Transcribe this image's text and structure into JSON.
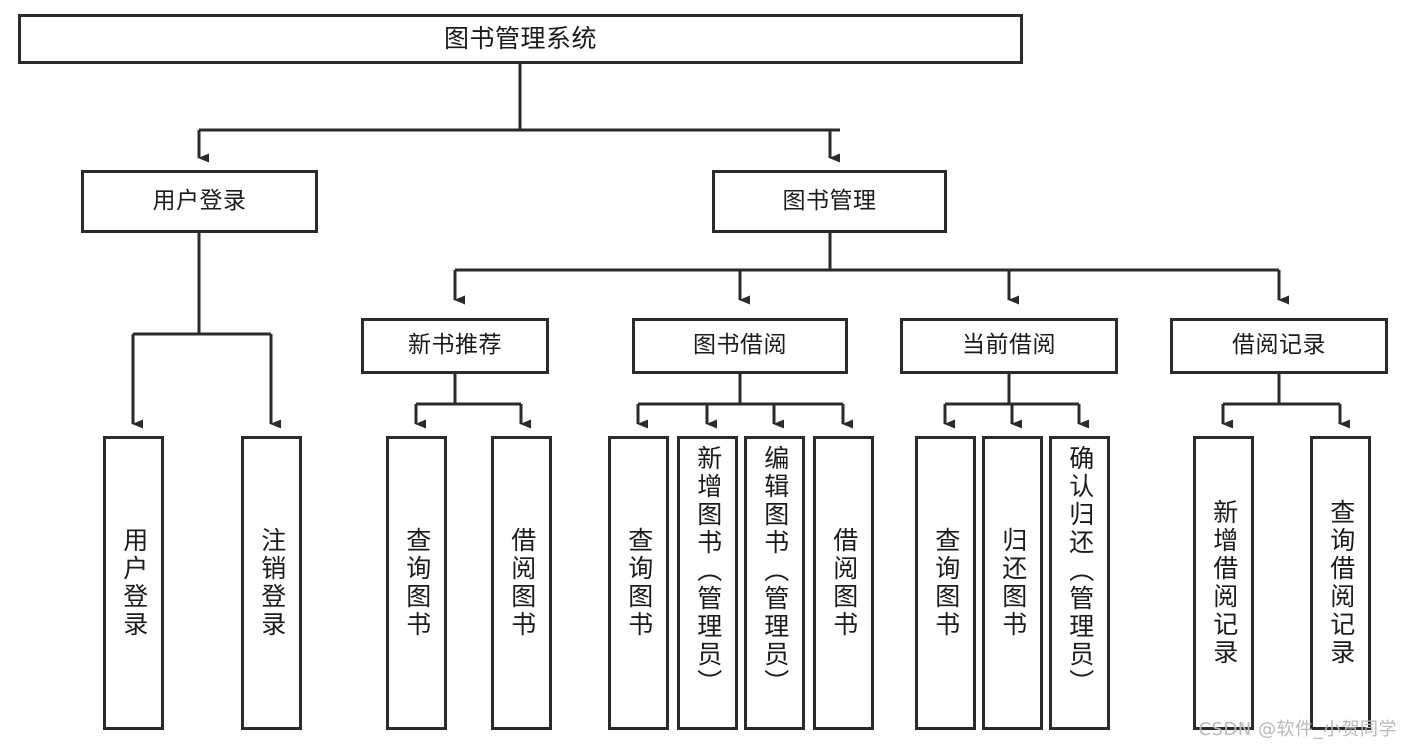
{
  "diagram": {
    "title": "图书管理系统",
    "type": "tree",
    "colors": {
      "background": "#ffffff",
      "node_border": "#2b2b2b",
      "node_fill": "#ffffff",
      "edge": "#2b2b2b",
      "text": "#1b1b1b",
      "watermark": "#b9b9b9"
    },
    "watermark": "CSDN @软件_小贺同学",
    "levels": {
      "root": {
        "label": "图书管理系统"
      },
      "level2": [
        {
          "id": "user-login",
          "label": "用户登录"
        },
        {
          "id": "book-manage",
          "label": "图书管理"
        }
      ],
      "level3": [
        {
          "id": "new-book-recommend",
          "label": "新书推荐",
          "parent": "book-manage"
        },
        {
          "id": "book-borrow",
          "label": "图书借阅",
          "parent": "book-manage"
        },
        {
          "id": "current-borrow",
          "label": "当前借阅",
          "parent": "book-manage"
        },
        {
          "id": "borrow-record",
          "label": "借阅记录",
          "parent": "book-manage"
        }
      ],
      "leaves": [
        {
          "id": "leaf-user-login",
          "label": "用户登录",
          "parent": "user-login"
        },
        {
          "id": "leaf-logout",
          "label": "注销登录",
          "parent": "user-login"
        },
        {
          "id": "leaf-query-book-1",
          "label": "查询图书",
          "parent": "new-book-recommend"
        },
        {
          "id": "leaf-borrow-book-1",
          "label": "借阅图书",
          "parent": "new-book-recommend"
        },
        {
          "id": "leaf-query-book-2",
          "label": "查询图书",
          "parent": "book-borrow"
        },
        {
          "id": "leaf-add-book",
          "label": "新增图书（管理员）",
          "parent": "book-borrow"
        },
        {
          "id": "leaf-edit-book",
          "label": "编辑图书（管理员）",
          "parent": "book-borrow"
        },
        {
          "id": "leaf-borrow-book-2",
          "label": "借阅图书",
          "parent": "book-borrow"
        },
        {
          "id": "leaf-query-book-3",
          "label": "查询图书",
          "parent": "current-borrow"
        },
        {
          "id": "leaf-return-book",
          "label": "归还图书",
          "parent": "current-borrow"
        },
        {
          "id": "leaf-confirm-return",
          "label": "确认归还（管理员）",
          "parent": "current-borrow"
        },
        {
          "id": "leaf-add-record",
          "label": "新增借阅记录",
          "parent": "borrow-record"
        },
        {
          "id": "leaf-query-record",
          "label": "查询借阅记录",
          "parent": "borrow-record"
        }
      ]
    }
  }
}
